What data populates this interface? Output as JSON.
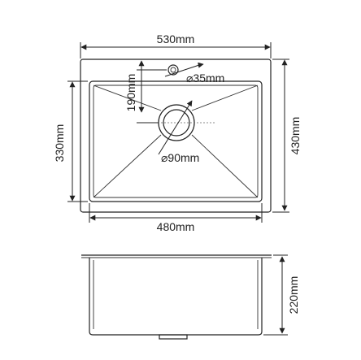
{
  "dimensions": {
    "outer_width": "530mm",
    "inner_width": "480mm",
    "outer_depth": "430mm",
    "inner_depth": "330mm",
    "tap_offset": "190mm",
    "tap_hole": "⌀35mm",
    "drain_hole": "⌀90mm",
    "bowl_height": "220mm"
  },
  "colors": {
    "line": "#222222",
    "background": "#ffffff"
  }
}
